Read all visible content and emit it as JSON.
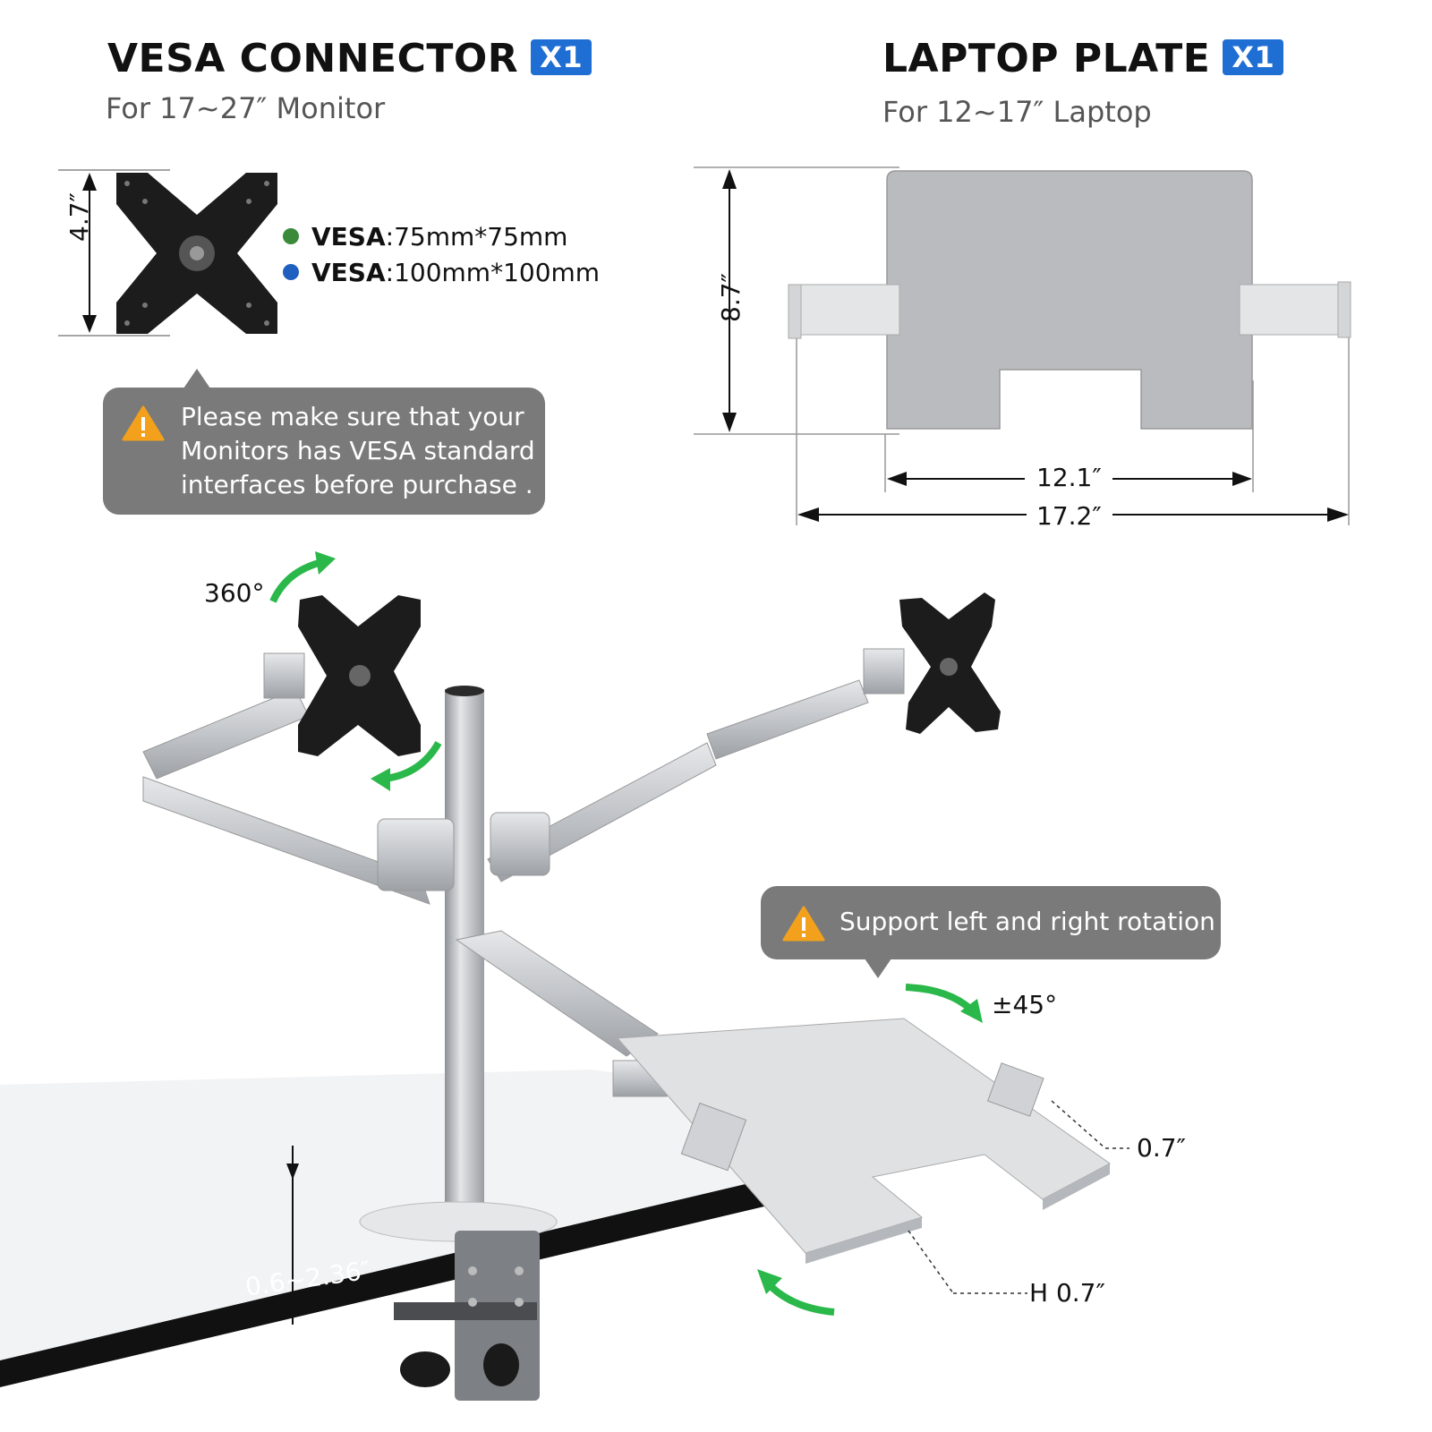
{
  "vesa_connector": {
    "title": "VESA CONNECTOR",
    "quantity_badge": "X1",
    "subtitle": "For 17~27″ Monitor",
    "height_dimension": "4.7″",
    "spec_75": {
      "label": "VESA",
      "value": ":75mm*75mm",
      "color": "#3a8a3a"
    },
    "spec_100": {
      "label": "VESA",
      "value": ":100mm*100mm",
      "color": "#1f5fbf"
    },
    "note": [
      "Please make sure that your",
      "Monitors has VESA standard",
      "interfaces before purchase ."
    ]
  },
  "laptop_plate": {
    "title": "LAPTOP PLATE",
    "quantity_badge": "X1",
    "subtitle": "For 12~17″ Laptop",
    "height_dimension": "8.7″",
    "inner_width": "12.1″",
    "outer_width": "17.2″"
  },
  "arm_assembly": {
    "rotation_label": "360°",
    "tilt_label": "±45°",
    "note": "Support left and right rotation",
    "clamp_range": "0.6~2.36″",
    "side_height": "0.7″",
    "lip_height": "H 0.7″"
  },
  "colors": {
    "badge": "#1f6ed4",
    "note_bg": "#7a7a7a",
    "warning": "#f3a11c",
    "arrow": "#2bb84a",
    "aluminum": "#c9ccd0"
  }
}
